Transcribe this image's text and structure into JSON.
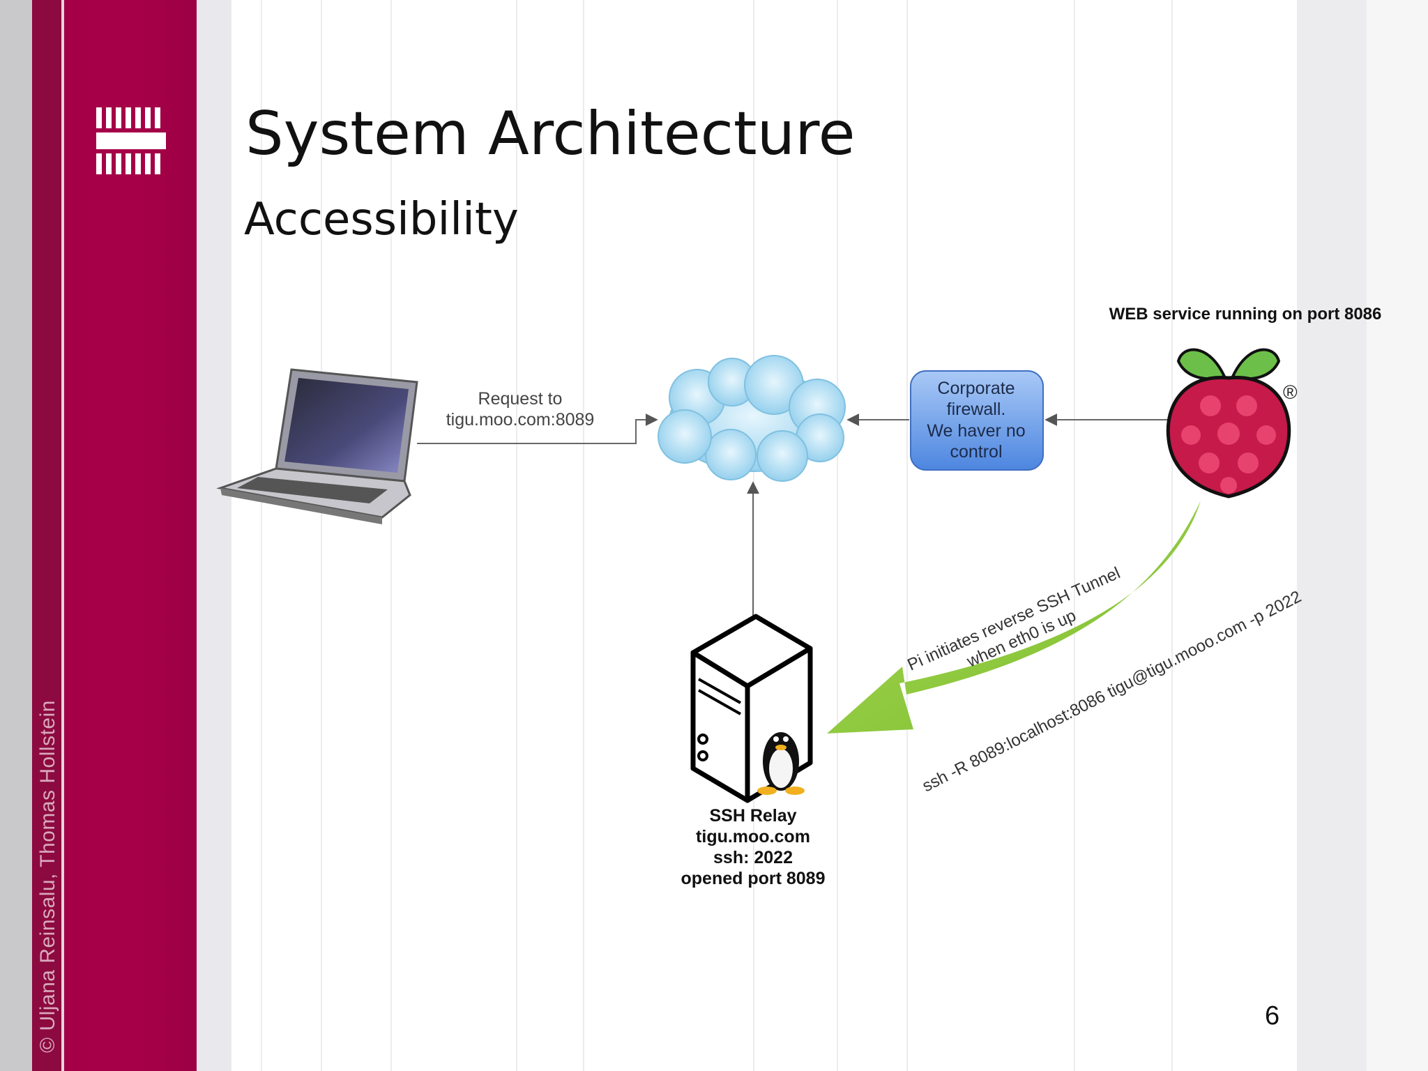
{
  "slide": {
    "title": "System Architecture",
    "subtitle": "Accessibility",
    "credit": "© Uljana Reinsalu, Thomas Hollstein",
    "page_number": "6"
  },
  "diagram": {
    "web_service_label": "WEB service running on port 8086",
    "request_label": [
      "Request to",
      "tigu.moo.com:8089"
    ],
    "firewall_label": [
      "Corporate",
      "firewall.",
      "We haver no",
      "control"
    ],
    "tunnel_label": [
      "Pi initiates reverse SSH Tunnel",
      "when eth0 is up"
    ],
    "ssh_command": "ssh -R 8089:localhost:8086 tigu@tigu.mooo.com -p 2022",
    "relay_label": [
      "SSH Relay",
      "tigu.moo.com",
      "ssh: 2022",
      "opened port 8089"
    ],
    "registered_mark": "®",
    "icons": [
      "laptop-icon",
      "cloud-icon",
      "firewall-box",
      "raspberry-pi-logo",
      "server-icon",
      "tux-penguin-icon"
    ],
    "colors": {
      "arrow_green": "#8cc63f",
      "firewall_blue": "#6a9fe8",
      "cloud_blue": "#a8daf2",
      "raspberry_red": "#c51a4a",
      "leaf_green": "#6cc04a"
    }
  },
  "theme": {
    "sidebar": "#a40048",
    "sidebar_dark": "#8c0a40"
  }
}
